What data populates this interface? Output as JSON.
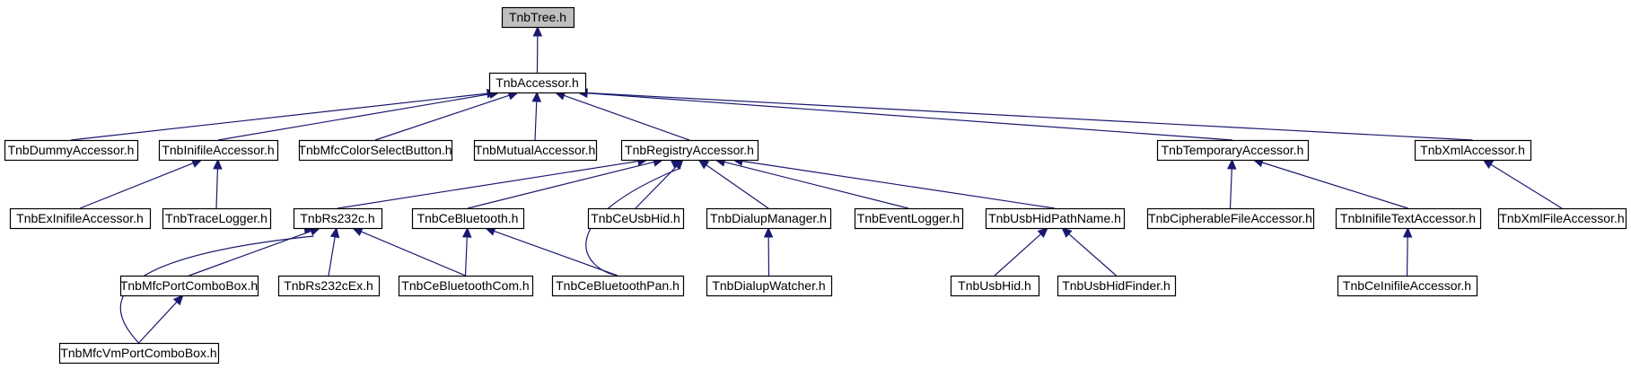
{
  "colors": {
    "edge": "#191970",
    "node_border": "#000000",
    "root_fill": "#bfbfbf",
    "node_fill": "#ffffff"
  },
  "nodes": [
    {
      "id": "tree",
      "label": "TnbTree.h",
      "root": true
    },
    {
      "id": "accessor",
      "label": "TnbAccessor.h"
    },
    {
      "id": "dummy",
      "label": "TnbDummyAccessor.h"
    },
    {
      "id": "inifile",
      "label": "TnbInifileAccessor.h"
    },
    {
      "id": "mfccolor",
      "label": "TnbMfcColorSelectButton.h"
    },
    {
      "id": "mutual",
      "label": "TnbMutualAccessor.h"
    },
    {
      "id": "registry",
      "label": "TnbRegistryAccessor.h"
    },
    {
      "id": "temporary",
      "label": "TnbTemporaryAccessor.h"
    },
    {
      "id": "xml",
      "label": "TnbXmlAccessor.h"
    },
    {
      "id": "exinifile",
      "label": "TnbExInifileAccessor.h"
    },
    {
      "id": "tracelogger",
      "label": "TnbTraceLogger.h"
    },
    {
      "id": "rs232c",
      "label": "TnbRs232c.h"
    },
    {
      "id": "cebluetooth",
      "label": "TnbCeBluetooth.h"
    },
    {
      "id": "ceusbhid",
      "label": "TnbCeUsbHid.h"
    },
    {
      "id": "dialupmgr",
      "label": "TnbDialupManager.h"
    },
    {
      "id": "eventlogger",
      "label": "TnbEventLogger.h"
    },
    {
      "id": "usbhidpath",
      "label": "TnbUsbHidPathName.h"
    },
    {
      "id": "cipherable",
      "label": "TnbCipherableFileAccessor.h"
    },
    {
      "id": "inifiletext",
      "label": "TnbInifileTextAccessor.h"
    },
    {
      "id": "xmlfile",
      "label": "TnbXmlFileAccessor.h"
    },
    {
      "id": "mfcportcombo",
      "label": "TnbMfcPortComboBox.h"
    },
    {
      "id": "rs232cex",
      "label": "TnbRs232cEx.h"
    },
    {
      "id": "cebtcom",
      "label": "TnbCeBluetoothCom.h"
    },
    {
      "id": "cebtpan",
      "label": "TnbCeBluetoothPan.h"
    },
    {
      "id": "dialupwatcher",
      "label": "TnbDialupWatcher.h"
    },
    {
      "id": "usbhid",
      "label": "TnbUsbHid.h"
    },
    {
      "id": "usbhidfinder",
      "label": "TnbUsbHidFinder.h"
    },
    {
      "id": "ceinifile",
      "label": "TnbCeInifileAccessor.h"
    },
    {
      "id": "mfcvmport",
      "label": "TnbMfcVmPortComboBox.h"
    }
  ],
  "edges": [
    {
      "from": "accessor",
      "to": "tree"
    },
    {
      "from": "dummy",
      "to": "accessor"
    },
    {
      "from": "inifile",
      "to": "accessor"
    },
    {
      "from": "mfccolor",
      "to": "accessor"
    },
    {
      "from": "mutual",
      "to": "accessor"
    },
    {
      "from": "registry",
      "to": "accessor"
    },
    {
      "from": "temporary",
      "to": "accessor"
    },
    {
      "from": "xml",
      "to": "accessor"
    },
    {
      "from": "exinifile",
      "to": "inifile"
    },
    {
      "from": "tracelogger",
      "to": "inifile"
    },
    {
      "from": "rs232c",
      "to": "registry"
    },
    {
      "from": "cebluetooth",
      "to": "registry"
    },
    {
      "from": "cebtpan",
      "to": "registry"
    },
    {
      "from": "ceusbhid",
      "to": "registry"
    },
    {
      "from": "dialupmgr",
      "to": "registry"
    },
    {
      "from": "eventlogger",
      "to": "registry"
    },
    {
      "from": "usbhidpath",
      "to": "registry"
    },
    {
      "from": "cipherable",
      "to": "temporary"
    },
    {
      "from": "inifiletext",
      "to": "temporary"
    },
    {
      "from": "xmlfile",
      "to": "xml"
    },
    {
      "from": "mfcportcombo",
      "to": "rs232c"
    },
    {
      "from": "rs232cex",
      "to": "rs232c"
    },
    {
      "from": "cebtcom",
      "to": "rs232c"
    },
    {
      "from": "mfcvmport",
      "to": "rs232c"
    },
    {
      "from": "cebtcom",
      "to": "cebluetooth"
    },
    {
      "from": "cebtpan",
      "to": "cebluetooth"
    },
    {
      "from": "dialupwatcher",
      "to": "dialupmgr"
    },
    {
      "from": "usbhid",
      "to": "usbhidpath"
    },
    {
      "from": "usbhidfinder",
      "to": "usbhidpath"
    },
    {
      "from": "ceinifile",
      "to": "inifiletext"
    },
    {
      "from": "mfcvmport",
      "to": "mfcportcombo"
    }
  ]
}
